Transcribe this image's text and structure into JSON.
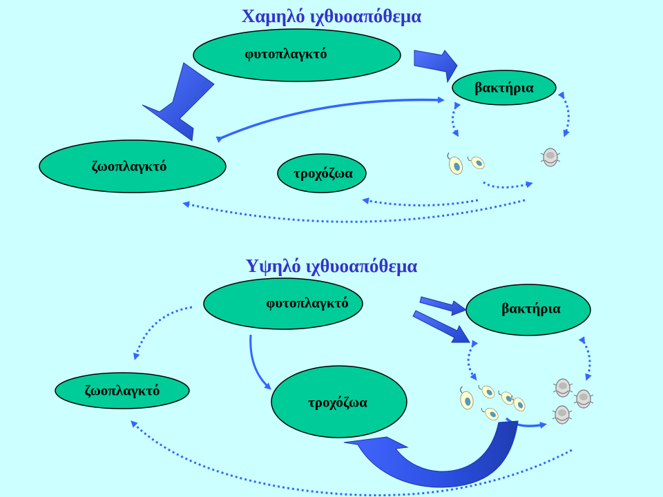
{
  "colors": {
    "background": "#ccffff",
    "node_fill": "#00cc99",
    "arrow_blue": "#3366ff",
    "title": "#3333cc"
  },
  "low_stock": {
    "title": "Χαμηλό ιχθυοαπόθεμα",
    "phytoplankton": "φυτοπλαγκτό",
    "bacteria": "βακτήρια",
    "zooplankton": "ζωοπλαγκτό",
    "rotifers": "τροχόζωα"
  },
  "high_stock": {
    "title": "Υψηλό ιχθυοαπόθεμα",
    "phytoplankton": "φυτοπλαγκτό",
    "bacteria": "βακτήρια",
    "zooplankton": "ζωοπλαγκτό",
    "rotifers": "τροχόζωα"
  }
}
